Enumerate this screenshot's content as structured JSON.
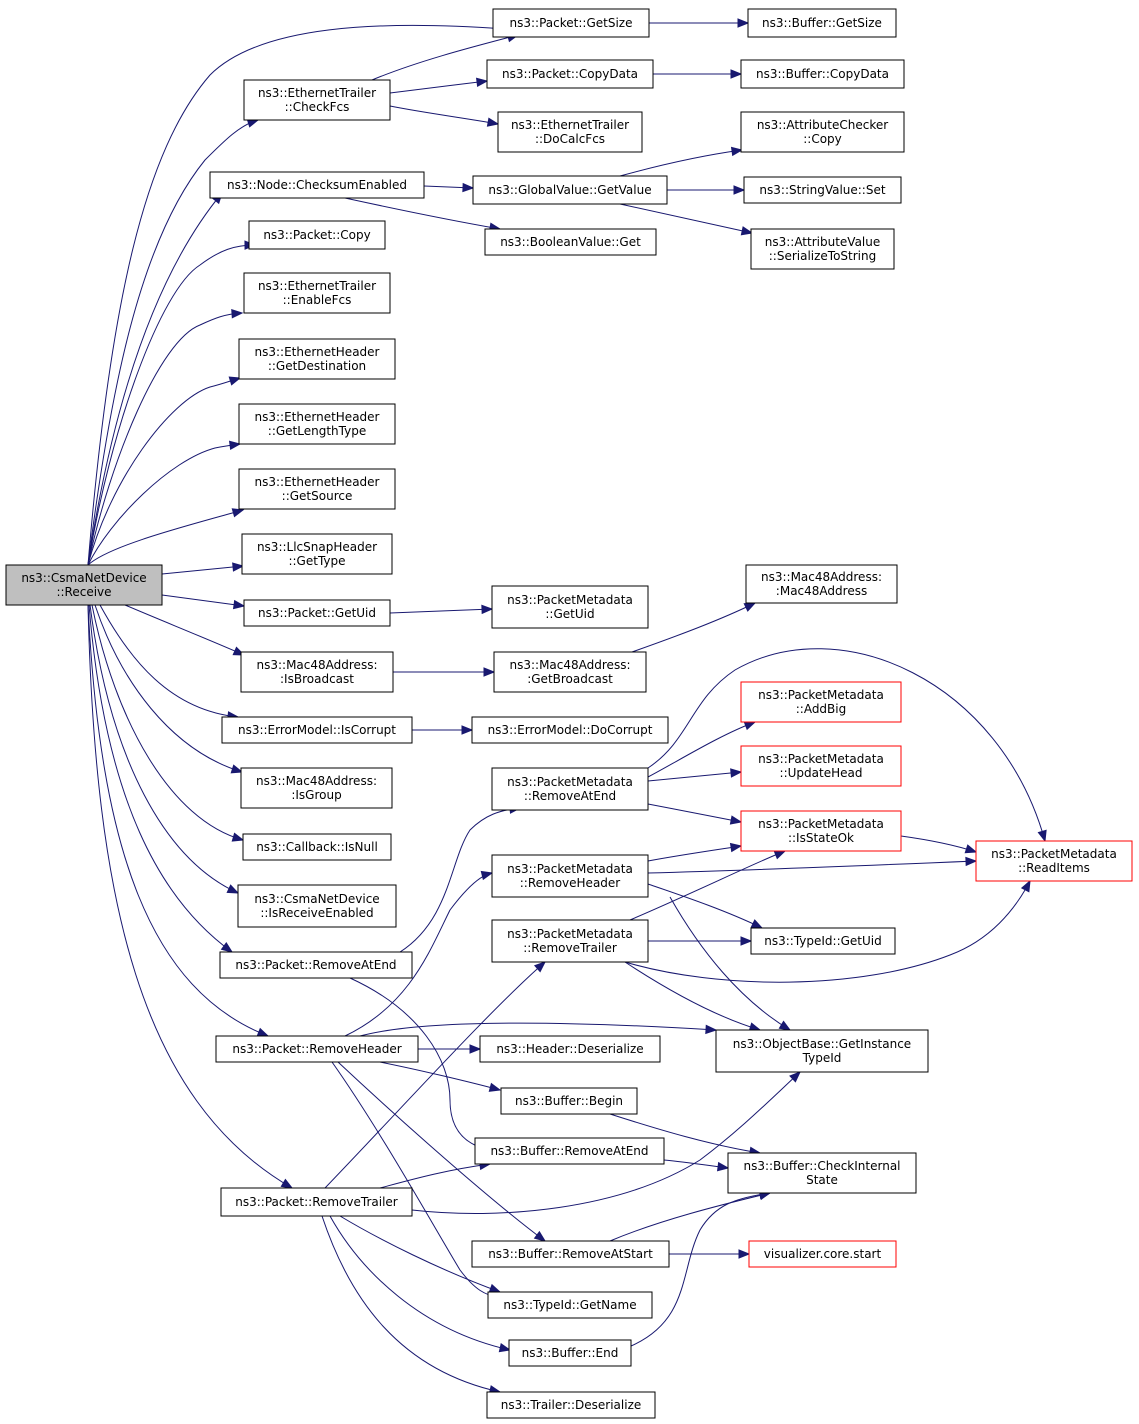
{
  "diagram": {
    "colors": {
      "edge": "#191970",
      "box_border": "#000000",
      "highlight_border": "#ff0000",
      "root_fill": "#bfbfbf",
      "background": "#ffffff"
    },
    "nodes": [
      {
        "id": "root",
        "lines": [
          "ns3::CsmaNetDevice",
          "::Receive"
        ],
        "style": "root"
      },
      {
        "id": "pkt_getsize",
        "lines": [
          "ns3::Packet::GetSize"
        ]
      },
      {
        "id": "buf_getsize",
        "lines": [
          "ns3::Buffer::GetSize"
        ]
      },
      {
        "id": "eth_checkfcs",
        "lines": [
          "ns3::EthernetTrailer",
          "::CheckFcs"
        ]
      },
      {
        "id": "pkt_copydata",
        "lines": [
          "ns3::Packet::CopyData"
        ]
      },
      {
        "id": "buf_copydata",
        "lines": [
          "ns3::Buffer::CopyData"
        ]
      },
      {
        "id": "eth_docalcfcs",
        "lines": [
          "ns3::EthernetTrailer",
          "::DoCalcFcs"
        ]
      },
      {
        "id": "attrchecker_copy",
        "lines": [
          "ns3::AttributeChecker",
          "::Copy"
        ]
      },
      {
        "id": "node_checksum",
        "lines": [
          "ns3::Node::ChecksumEnabled"
        ]
      },
      {
        "id": "gv_getvalue",
        "lines": [
          "ns3::GlobalValue::GetValue"
        ]
      },
      {
        "id": "stringvalue_set",
        "lines": [
          "ns3::StringValue::Set"
        ]
      },
      {
        "id": "bool_get",
        "lines": [
          "ns3::BooleanValue::Get"
        ]
      },
      {
        "id": "attrvalue_ser",
        "lines": [
          "ns3::AttributeValue",
          "::SerializeToString"
        ]
      },
      {
        "id": "pkt_copy",
        "lines": [
          "ns3::Packet::Copy"
        ]
      },
      {
        "id": "eth_enablefcs",
        "lines": [
          "ns3::EthernetTrailer",
          "::EnableFcs"
        ]
      },
      {
        "id": "ethh_getdest",
        "lines": [
          "ns3::EthernetHeader",
          "::GetDestination"
        ]
      },
      {
        "id": "ethh_getlen",
        "lines": [
          "ns3::EthernetHeader",
          "::GetLengthType"
        ]
      },
      {
        "id": "ethh_getsrc",
        "lines": [
          "ns3::EthernetHeader",
          "::GetSource"
        ]
      },
      {
        "id": "llc_gettype",
        "lines": [
          "ns3::LlcSnapHeader",
          "::GetType"
        ]
      },
      {
        "id": "mac48_ctor",
        "lines": [
          "ns3::Mac48Address:",
          ":Mac48Address"
        ]
      },
      {
        "id": "pkt_getuid",
        "lines": [
          "ns3::Packet::GetUid"
        ]
      },
      {
        "id": "pm_getuid",
        "lines": [
          "ns3::PacketMetadata",
          "::GetUid"
        ]
      },
      {
        "id": "mac48_isbcast",
        "lines": [
          "ns3::Mac48Address:",
          ":IsBroadcast"
        ]
      },
      {
        "id": "mac48_getbcast",
        "lines": [
          "ns3::Mac48Address:",
          ":GetBroadcast"
        ]
      },
      {
        "id": "pm_addbig",
        "lines": [
          "ns3::PacketMetadata",
          "::AddBig"
        ],
        "style": "red"
      },
      {
        "id": "em_iscorrupt",
        "lines": [
          "ns3::ErrorModel::IsCorrupt"
        ]
      },
      {
        "id": "em_docorrupt",
        "lines": [
          "ns3::ErrorModel::DoCorrupt"
        ]
      },
      {
        "id": "pm_updatehead",
        "lines": [
          "ns3::PacketMetadata",
          "::UpdateHead"
        ],
        "style": "red"
      },
      {
        "id": "mac48_isgroup",
        "lines": [
          "ns3::Mac48Address:",
          ":IsGroup"
        ]
      },
      {
        "id": "pm_removeatend",
        "lines": [
          "ns3::PacketMetadata",
          "::RemoveAtEnd"
        ]
      },
      {
        "id": "pm_isstateok",
        "lines": [
          "ns3::PacketMetadata",
          "::IsStateOk"
        ],
        "style": "red"
      },
      {
        "id": "pm_readitems",
        "lines": [
          "ns3::PacketMetadata",
          "::ReadItems"
        ],
        "style": "red"
      },
      {
        "id": "cb_isnull",
        "lines": [
          "ns3::Callback::IsNull"
        ]
      },
      {
        "id": "pm_removeheader",
        "lines": [
          "ns3::PacketMetadata",
          "::RemoveHeader"
        ]
      },
      {
        "id": "csma_isrecv",
        "lines": [
          "ns3::CsmaNetDevice",
          "::IsReceiveEnabled"
        ]
      },
      {
        "id": "pm_removetrailer",
        "lines": [
          "ns3::PacketMetadata",
          "::RemoveTrailer"
        ]
      },
      {
        "id": "typeid_getuid",
        "lines": [
          "ns3::TypeId::GetUid"
        ]
      },
      {
        "id": "pkt_removeatend",
        "lines": [
          "ns3::Packet::RemoveAtEnd"
        ]
      },
      {
        "id": "ob_getinstance",
        "lines": [
          "ns3::ObjectBase::GetInstance",
          "TypeId"
        ]
      },
      {
        "id": "pkt_removeheader",
        "lines": [
          "ns3::Packet::RemoveHeader"
        ]
      },
      {
        "id": "hdr_deser",
        "lines": [
          "ns3::Header::Deserialize"
        ]
      },
      {
        "id": "buf_begin",
        "lines": [
          "ns3::Buffer::Begin"
        ]
      },
      {
        "id": "buf_removeatend",
        "lines": [
          "ns3::Buffer::RemoveAtEnd"
        ]
      },
      {
        "id": "buf_checkinternal",
        "lines": [
          "ns3::Buffer::CheckInternal",
          "State"
        ]
      },
      {
        "id": "pkt_removetrailer",
        "lines": [
          "ns3::Packet::RemoveTrailer"
        ]
      },
      {
        "id": "buf_removeatstart",
        "lines": [
          "ns3::Buffer::RemoveAtStart"
        ]
      },
      {
        "id": "viz_start",
        "lines": [
          "visualizer.core.start"
        ],
        "style": "red"
      },
      {
        "id": "typeid_getname",
        "lines": [
          "ns3::TypeId::GetName"
        ]
      },
      {
        "id": "buf_end",
        "lines": [
          "ns3::Buffer::End"
        ]
      },
      {
        "id": "trl_deser",
        "lines": [
          "ns3::Trailer::Deserialize"
        ]
      }
    ],
    "edges": [
      {
        "from": "root",
        "to": "pkt_getsize"
      },
      {
        "from": "root",
        "to": "eth_checkfcs"
      },
      {
        "from": "root",
        "to": "node_checksum"
      },
      {
        "from": "root",
        "to": "pkt_copy"
      },
      {
        "from": "root",
        "to": "eth_enablefcs"
      },
      {
        "from": "root",
        "to": "ethh_getdest"
      },
      {
        "from": "root",
        "to": "ethh_getlen"
      },
      {
        "from": "root",
        "to": "ethh_getsrc"
      },
      {
        "from": "root",
        "to": "llc_gettype"
      },
      {
        "from": "root",
        "to": "pkt_getuid"
      },
      {
        "from": "root",
        "to": "mac48_isbcast"
      },
      {
        "from": "root",
        "to": "em_iscorrupt"
      },
      {
        "from": "root",
        "to": "mac48_isgroup"
      },
      {
        "from": "root",
        "to": "cb_isnull"
      },
      {
        "from": "root",
        "to": "csma_isrecv"
      },
      {
        "from": "root",
        "to": "pkt_removeatend"
      },
      {
        "from": "root",
        "to": "pkt_removeheader"
      },
      {
        "from": "root",
        "to": "pkt_removetrailer"
      },
      {
        "from": "pkt_getsize",
        "to": "buf_getsize"
      },
      {
        "from": "eth_checkfcs",
        "to": "pkt_getsize"
      },
      {
        "from": "eth_checkfcs",
        "to": "pkt_copydata"
      },
      {
        "from": "eth_checkfcs",
        "to": "eth_docalcfcs"
      },
      {
        "from": "pkt_copydata",
        "to": "buf_copydata"
      },
      {
        "from": "node_checksum",
        "to": "gv_getvalue"
      },
      {
        "from": "node_checksum",
        "to": "bool_get"
      },
      {
        "from": "gv_getvalue",
        "to": "attrchecker_copy"
      },
      {
        "from": "gv_getvalue",
        "to": "stringvalue_set"
      },
      {
        "from": "gv_getvalue",
        "to": "attrvalue_ser"
      },
      {
        "from": "pkt_getuid",
        "to": "pm_getuid"
      },
      {
        "from": "mac48_isbcast",
        "to": "mac48_getbcast"
      },
      {
        "from": "mac48_getbcast",
        "to": "mac48_ctor"
      },
      {
        "from": "em_iscorrupt",
        "to": "em_docorrupt"
      },
      {
        "from": "pm_removeatend",
        "to": "pm_addbig"
      },
      {
        "from": "pm_removeatend",
        "to": "pm_updatehead"
      },
      {
        "from": "pm_removeatend",
        "to": "pm_isstateok"
      },
      {
        "from": "pm_removeatend",
        "to": "pm_readitems"
      },
      {
        "from": "pm_removeheader",
        "to": "pm_isstateok"
      },
      {
        "from": "pm_removeheader",
        "to": "pm_readitems"
      },
      {
        "from": "pm_removeheader",
        "to": "typeid_getuid"
      },
      {
        "from": "pm_removeheader",
        "to": "ob_getinstance"
      },
      {
        "from": "pm_removetrailer",
        "to": "pm_isstateok"
      },
      {
        "from": "pm_removetrailer",
        "to": "typeid_getuid"
      },
      {
        "from": "pm_removetrailer",
        "to": "pm_readitems"
      },
      {
        "from": "pm_removetrailer",
        "to": "ob_getinstance"
      },
      {
        "from": "pm_isstateok",
        "to": "pm_readitems"
      },
      {
        "from": "pkt_removeatend",
        "to": "pm_removeatend"
      },
      {
        "from": "pkt_removeatend",
        "to": "buf_removeatend"
      },
      {
        "from": "pkt_removeheader",
        "to": "pm_removeheader"
      },
      {
        "from": "pkt_removeheader",
        "to": "ob_getinstance"
      },
      {
        "from": "pkt_removeheader",
        "to": "hdr_deser"
      },
      {
        "from": "pkt_removeheader",
        "to": "buf_begin"
      },
      {
        "from": "pkt_removeheader",
        "to": "buf_removeatstart"
      },
      {
        "from": "pkt_removeheader",
        "to": "typeid_getname"
      },
      {
        "from": "pkt_removetrailer",
        "to": "pm_removetrailer"
      },
      {
        "from": "pkt_removetrailer",
        "to": "buf_removeatend"
      },
      {
        "from": "pkt_removetrailer",
        "to": "ob_getinstance"
      },
      {
        "from": "pkt_removetrailer",
        "to": "typeid_getname"
      },
      {
        "from": "pkt_removetrailer",
        "to": "buf_end"
      },
      {
        "from": "pkt_removetrailer",
        "to": "trl_deser"
      },
      {
        "from": "buf_begin",
        "to": "buf_checkinternal"
      },
      {
        "from": "buf_removeatend",
        "to": "buf_checkinternal"
      },
      {
        "from": "buf_removeatstart",
        "to": "buf_checkinternal"
      },
      {
        "from": "buf_removeatstart",
        "to": "viz_start"
      },
      {
        "from": "buf_end",
        "to": "buf_checkinternal"
      }
    ]
  }
}
